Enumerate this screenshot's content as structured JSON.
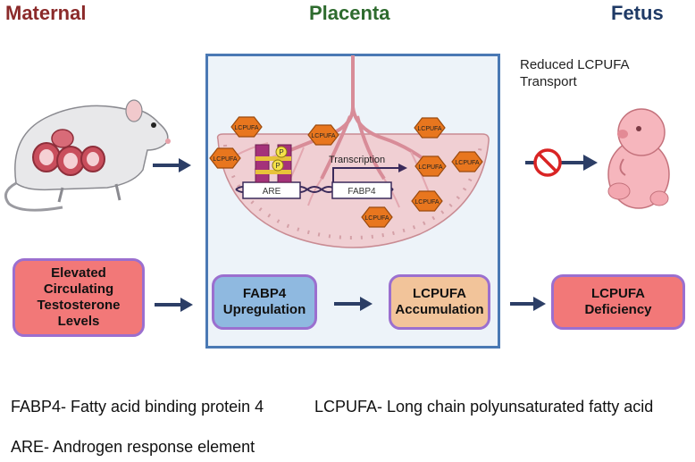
{
  "headers": {
    "maternal": "Maternal",
    "placenta": "Placenta",
    "fetus": "Fetus"
  },
  "annotation": {
    "reduced_transport": "Reduced LCPUFA Transport"
  },
  "placenta_labels": {
    "lcpufa": "LCPUFA",
    "transcription": "Transcription",
    "are": "ARE",
    "fabp4": "FABP4",
    "phospho": "P"
  },
  "flow": {
    "testosterone": "Elevated Circulating Testosterone Levels",
    "fabp4_up": "FABP4 Upregulation",
    "lcpufa_acc": "LCPUFA Accumulation",
    "deficiency": "LCPUFA Deficiency"
  },
  "legend": {
    "fabp4": "FABP4- Fatty acid binding protein 4",
    "lcpufa": "LCPUFA- Long chain polyunsaturated fatty acid",
    "are": "ARE- Androgen response element"
  },
  "colors": {
    "maternal": "#8b2a2a",
    "placenta": "#2e6b2e",
    "fetus": "#1f3a66",
    "arrow": "#2c3e66",
    "box_border": "#4a79b4",
    "pill_border": "#9b6fcf",
    "hexagon": "#e8761e"
  }
}
